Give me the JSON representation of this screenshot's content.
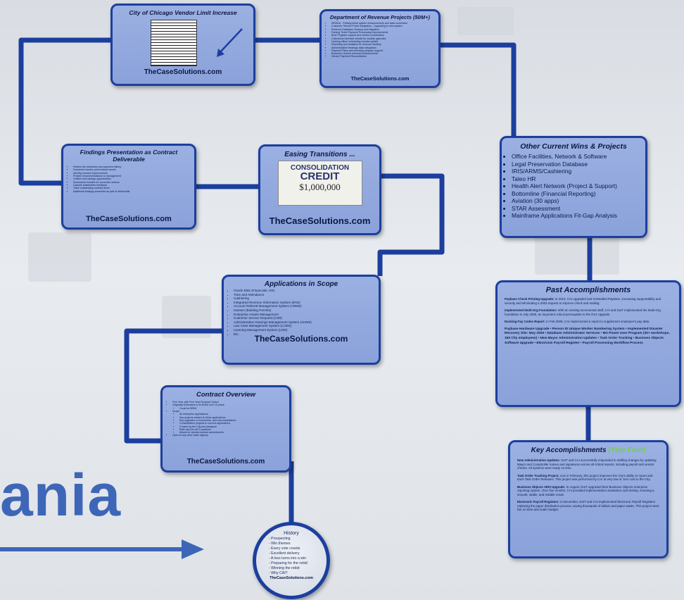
{
  "main_title": "ania",
  "vendor_card": {
    "title": "City of Chicago Vendor Limit Increase",
    "site": "TheCaseSolutions.com"
  },
  "revenue_card": {
    "title": "Department of Revenue Projects (50M+)",
    "lines": [
      "iDRAGe - Parking ticket system enhancements and data conversion",
      "Customer Service Portal Integration - Upgrading to new system",
      "Revenue Database Cleanup and Migration",
      "Parking Ticket Payment Processing Improvements",
      "Boot Program support and vendor coordination",
      "Collections interface rebuild for outside agencies",
      "Hearing officer scheduling module update",
      "Reporting and analytics for revenue tracking",
      "Administrative Hearings data integration",
      "Payment Plans and Amnesty program support",
      "Business License renewal enhancements",
      "Vendor Payment Reconciliation"
    ],
    "site": "TheCaseSolutions.com"
  },
  "findings_card": {
    "title": "Findings Presentation as Contract Deliverable",
    "lines": [
      "Review fee schedules and payment history",
      "Document vendor performance issues",
      "Identify process improvements",
      "Present recommendations to management",
      "Outline cost savings opportunities",
      "Summarize timeline for corrective actions",
      "Capture stakeholder feedback",
      "Track outstanding contract items",
      "Additional findings presented as part of deliverable"
    ],
    "site": "TheCaseSolutions.com"
  },
  "easing_card": {
    "title": "Easing Transitions ...",
    "credit_top": "CONSOLIDATION",
    "credit_mid": "CREDIT",
    "credit_amount": "$1,000,000",
    "site": "TheCaseSolutions.com"
  },
  "wins_card": {
    "title": "Other Current Wins & Projects",
    "items": [
      "Office Facilities, Network & Software",
      "Legal Preservation Database",
      "IRIS/ARMS/Cashiering",
      "Taleo HR",
      "Health Alert Network (Project & Support)",
      "Bottomline (Financial Reporting)",
      "Aviation (30 apps)",
      "STAR Assessment",
      "Mainframe Applications Fit-Gap Analysis"
    ]
  },
  "apps_card": {
    "title": "Applications in Scope",
    "items": [
      "Oracle EBS (Financials, HR)",
      "Time and Attendance",
      "Cashiering",
      "Integrated Revenue Information System (IRIS)",
      "Account Referral Management System (ARMS)",
      "Hansen (Building Permits)",
      "Enterprise Assets Management",
      "Customer Service Request (CSR)",
      "Administrative Hearings Management System (AHMS)",
      "Law Case Management System (LCMS)",
      "Learning Management System (LMS)",
      "Etc."
    ],
    "site": "TheCaseSolutions.com"
  },
  "contract_card": {
    "title": "Contract Overview",
    "items": [
      "Five Year, with Five Year Renewal Option",
      "Originally Estimated to be $15M over 10 years",
      "Could be $25M",
      "Scope",
      "All enterprise applications",
      "Any projects related to these applications",
      "Any upgrades or increments, and new installations",
      "Consolidation projects to convert applications",
      "Chosen by the City and designee",
      "Rate card for all IT positions",
      "Allows for annual contract amendments",
      "Open to any other sister agency"
    ],
    "site": "TheCaseSolutions.com"
  },
  "past_card": {
    "title": "Past Accomplishments",
    "paras": [
      {
        "b": "Paybase Check Printing Upgrade:",
        "t": "In 2010, CAI upgraded and reinstalled Paybase, increasing supportability and security and eliminating a 2003 request to improve check and mailing."
      },
      {
        "b": "Implemented Multi-Org Foundation:",
        "t": "With an existing incremental staff, CAI and DoIT implemented the Multi-Org foundation in July 2009, an important critical prerequisite to the R12 Upgrade."
      },
      {
        "b": "Docking Pay Codes Report:",
        "t": "In Feb 2009, CAI implemented a report to supplement employee's pay data."
      },
      {
        "b": "",
        "t": "Paybase Hardware Upgrade • Person ID Unique Worker Numbering System • Implemented Disaster Recovery Site: May 2009 • Database Administrator Services • BO Power User Program (30+ workshops, 150 City employees) • New Mayor Administration Updates • Task Order Tracking • Business Objects Software Upgrade • Electronic Payroll Register • Payroll Processing Workflow Process"
      }
    ]
  },
  "key_card": {
    "title": "Key Accomplishments",
    "title_accent": "(Year Four)",
    "paras": [
      {
        "b": "New Administration Updates:",
        "t": "DoIT and CAI successfully responded to staffing changes by updating Mayor and Comptroller names and signatures across all critical reports, including payroll and vendor checks. All systems were ready on time."
      },
      {
        "b": "Task Order Tracking Project:",
        "t": "Live in February, this project improves the City's ability to report and track Task Order Releases. This project was performed by CAI at very low or zero cost to the City."
      },
      {
        "b": "Business Objects XIR3 Upgrade:",
        "t": "In August, DoIT upgraded their Business Objects enterprise reporting system. Over five months, CAI provided implementation assistance and testing, ensuring a smooth, stable, and reliable result."
      },
      {
        "b": "Electronic Payroll Registers:",
        "t": "In December, DoIT and CAI implemented Electronic Payroll Registers replacing the paper distribution process, saving thousands of dollars and paper waste. This project went live on time and under budget."
      }
    ]
  },
  "history": {
    "title": "History",
    "items": [
      "- Prospecting",
      "- Win themes",
      "- Every vote counts",
      "- Excellent delivery",
      "- A loss turns into a win",
      "- Preparing for the rebid",
      "- Winning the rebid",
      "- Why CAI?"
    ],
    "site": "TheCaseSolutions.com"
  },
  "colors": {
    "connector": "#1c3f9e",
    "card_fill": "#8ea5dc",
    "accent_green": "#6dd43a",
    "title_blue": "#3e66b8"
  }
}
